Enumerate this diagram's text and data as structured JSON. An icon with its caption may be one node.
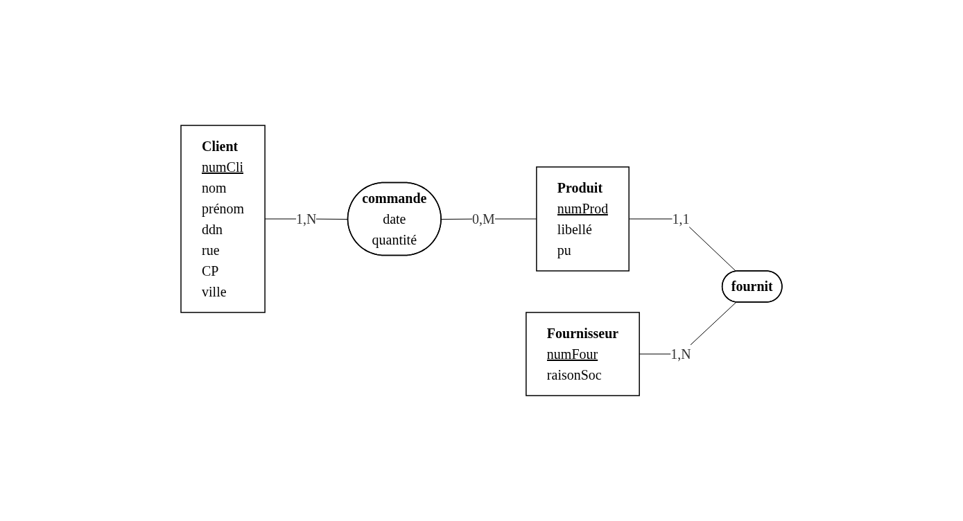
{
  "diagram": {
    "nodes": [
      {
        "text": [
          "Client",
          "numCli",
          "nom",
          "prénom",
          "ddn",
          "rue",
          "CP",
          "ville"
        ]
      },
      {
        "text": [
          "commande",
          "date",
          "quantité"
        ]
      },
      {
        "text": [
          "Produit",
          "numProd",
          "libellé",
          "pu"
        ]
      },
      {
        "text": [
          "Fournisseur",
          "numFour",
          "raisonSoc"
        ]
      },
      {
        "text": [
          "fournit"
        ]
      }
    ],
    "edges": [
      {
        "from": 0,
        "to": 1,
        "arrow": "none",
        "label": "1,N"
      },
      {
        "from": 1,
        "to": 2,
        "arrow": "none",
        "label": "0,M"
      },
      {
        "from": 2,
        "to": 4,
        "arrow": "none",
        "label": "1,1"
      },
      {
        "from": 3,
        "to": 4,
        "arrow": "none",
        "label": "1,N"
      }
    ]
  }
}
